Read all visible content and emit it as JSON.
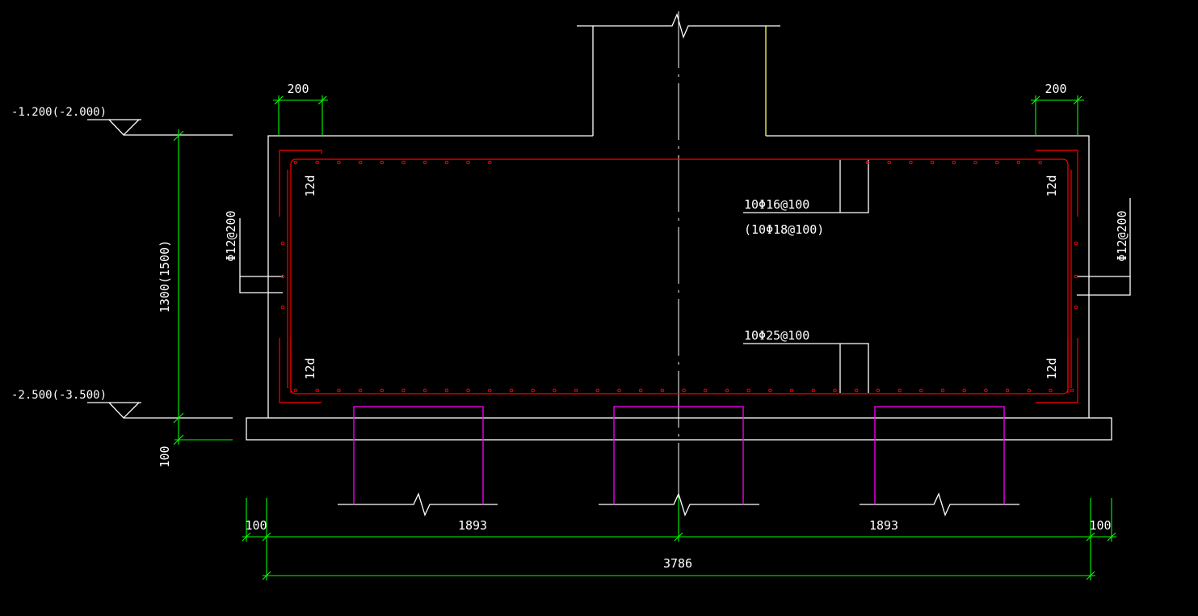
{
  "colors": {
    "background": "#000000",
    "outline": "#ffffff",
    "dimension": "#00ff00",
    "rebar": "#ff0000",
    "pile": "#ff00ff",
    "column_edge": "#ffff66",
    "centerline": "#ffffff"
  },
  "levels": {
    "top": "-1.200(-2.000)",
    "bottom": "-2.500(-3.500)"
  },
  "dimensions": {
    "height": "1300(1500)",
    "cushion": "100",
    "top_left_width": "200",
    "top_right_width": "200",
    "edge_left": "100",
    "span_left": "1893",
    "span_right": "1893",
    "edge_right": "100",
    "total": "3786"
  },
  "rebar": {
    "top_main": "10Φ16@100",
    "top_main_alt": "(10Φ18@100)",
    "bottom_main": "10Φ25@100",
    "side_left": "Φ12@200",
    "side_right": "Φ12@200",
    "anchor": "12d"
  }
}
